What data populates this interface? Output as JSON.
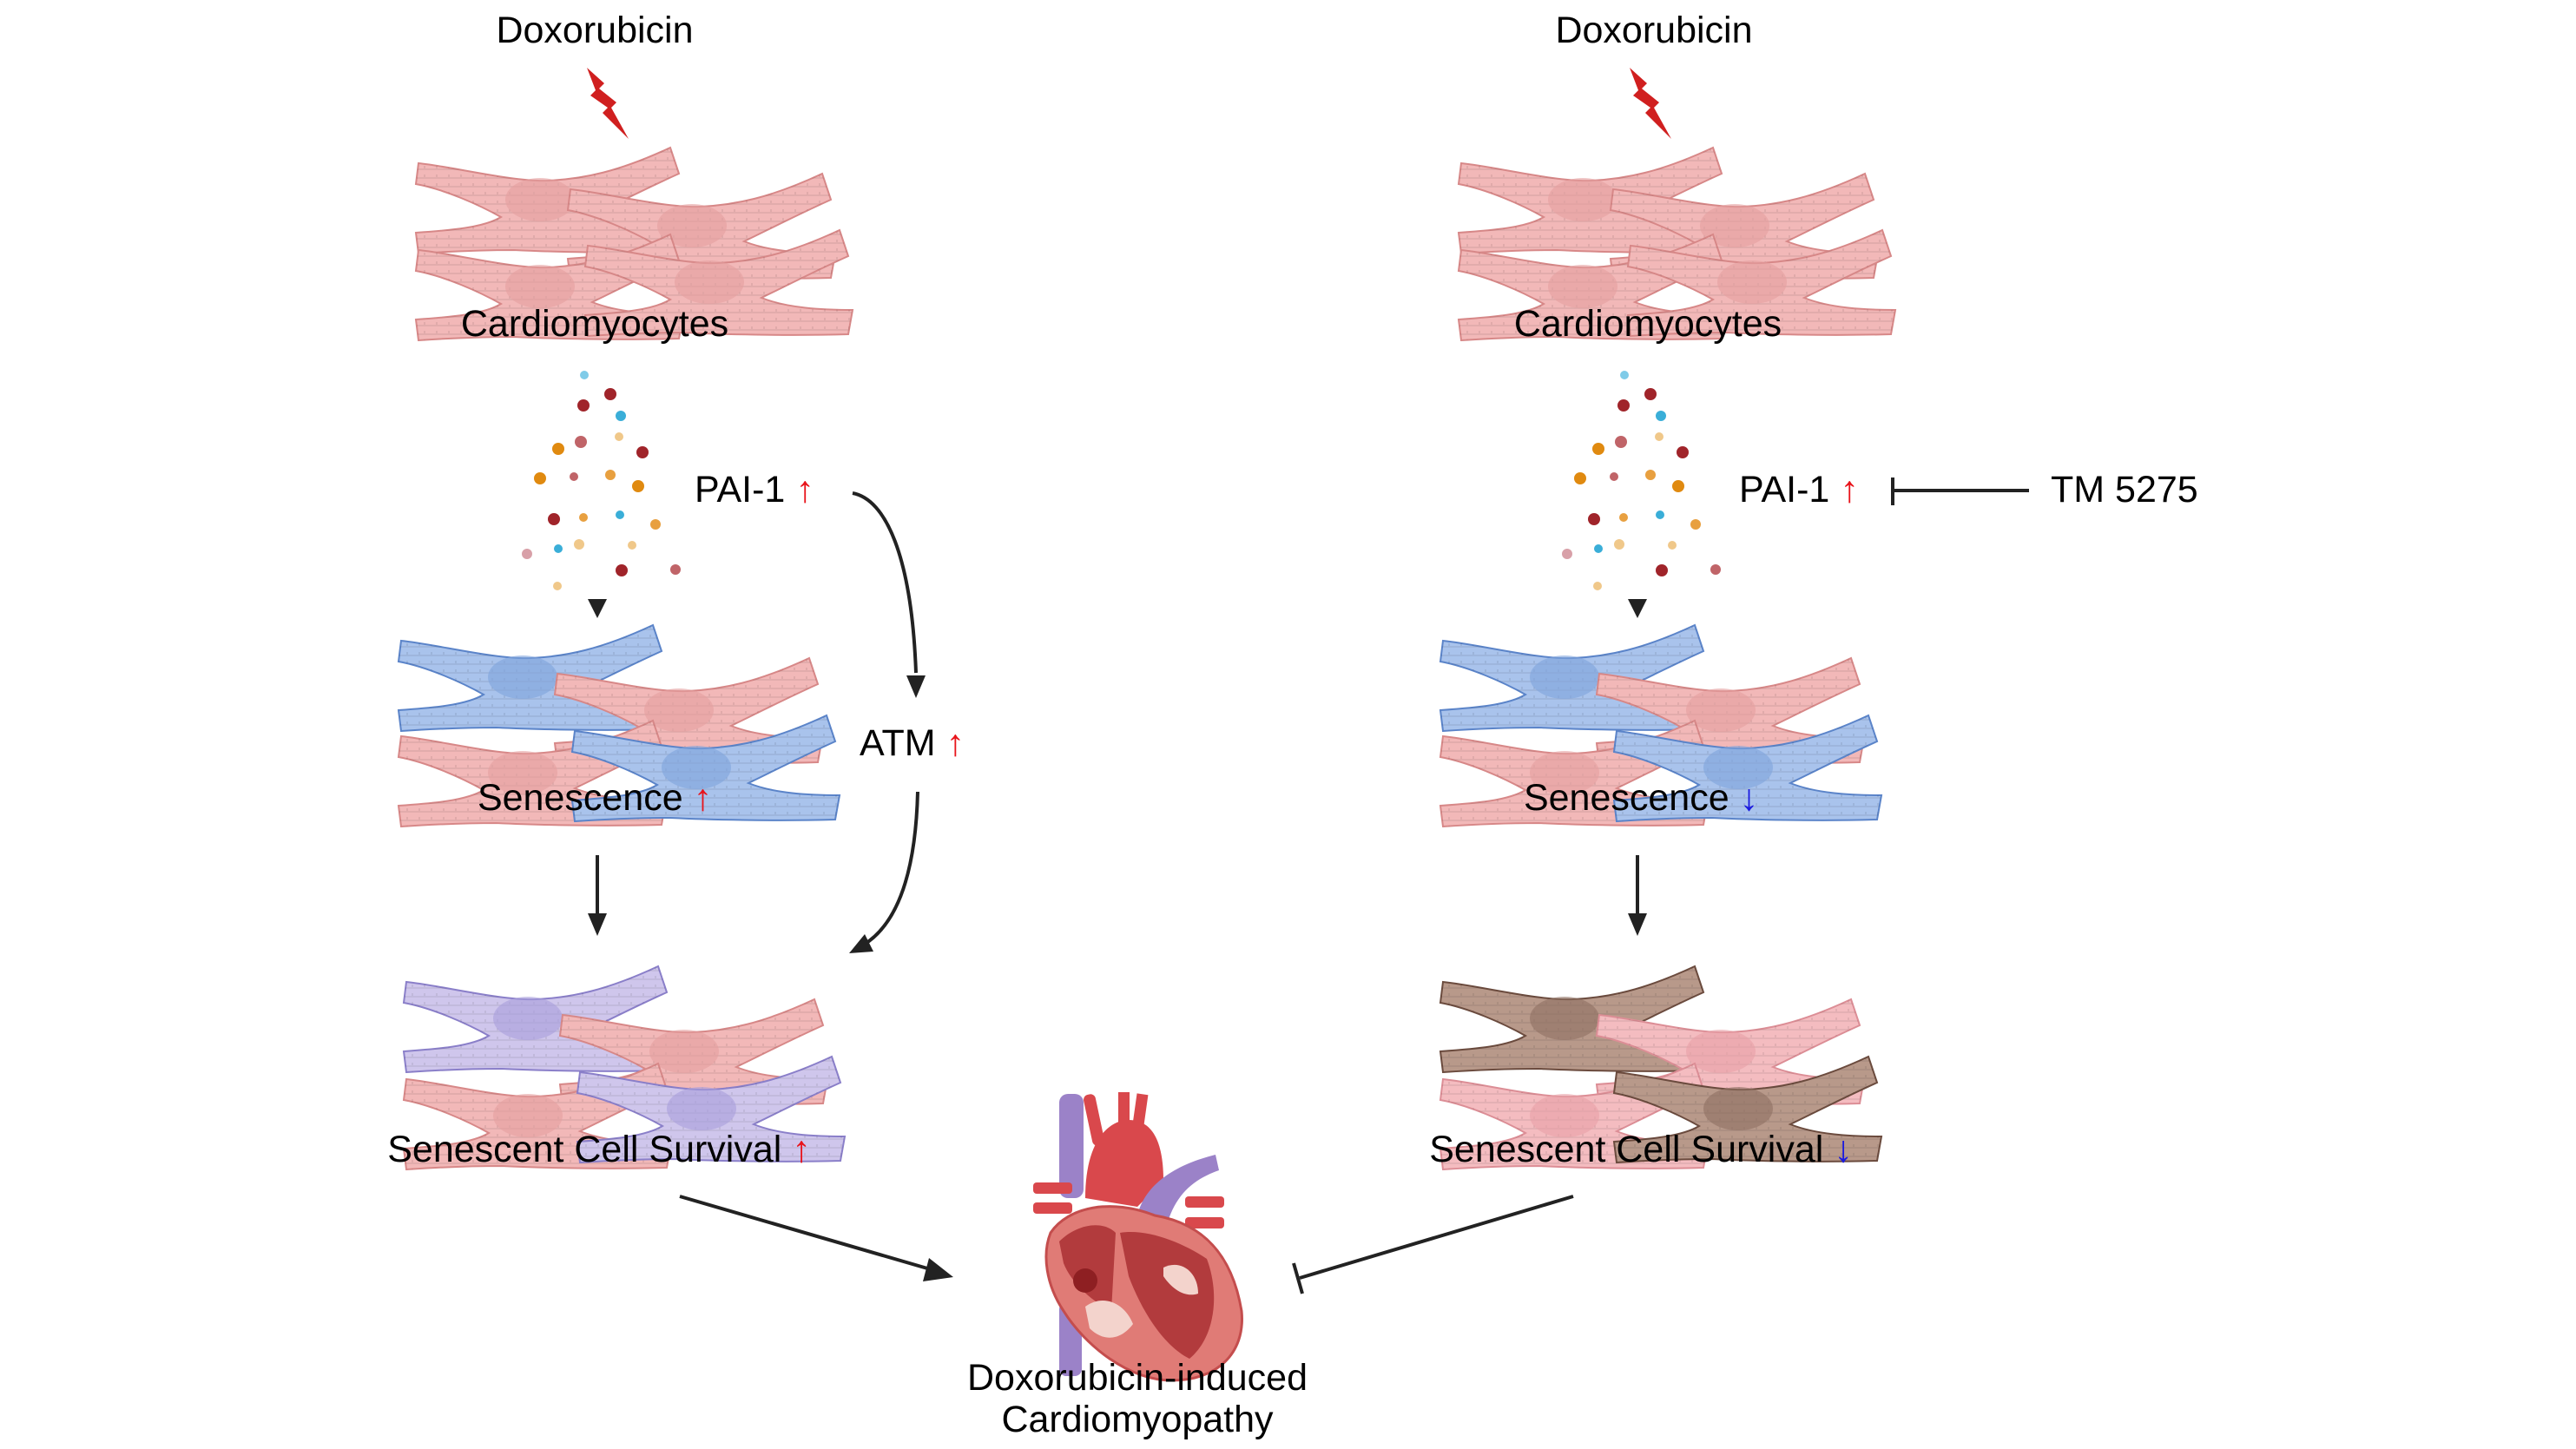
{
  "title": "PAI-1 inhibition in doxorubicin-induced cardiomyopathy",
  "colors": {
    "cell_normal": "#f2b8b8",
    "cell_normal_stroke": "#d78888",
    "cell_senescent": "#a9c3ec",
    "cell_senescent_stroke": "#5b84c9",
    "cell_surviving_left": "#cfc6ec",
    "cell_surviving_left_stroke": "#8a7fc9",
    "cell_dying_right": "#b8998a",
    "cell_dying_right_stroke": "#6b4b3e",
    "increase_arrow": "#e8141b",
    "decrease_arrow": "#1a1ae0",
    "drug_bolt": "#d01f1f",
    "arrow": "#222222"
  },
  "icons": {
    "drug": "lightning-bolt-icon",
    "cells": "cardiomyocyte-cluster-icon",
    "secretion": "secreted-factor-dots-icon",
    "organ": "heart-icon"
  },
  "left_panel": {
    "drug_label": "Doxorubicin",
    "cells_label": "Cardiomyocytes",
    "factor_label": "PAI-1",
    "factor_change": "↑",
    "mediator_label": "ATM",
    "mediator_change": "↑",
    "senescence_label": "Senescence",
    "senescence_change": "↑",
    "survival_label": "Senescent Cell Survival",
    "survival_change": "↑"
  },
  "right_panel": {
    "drug_label": "Doxorubicin",
    "cells_label": "Cardiomyocytes",
    "factor_label": "PAI-1",
    "factor_change": "↑",
    "inhibitor_label": "TM 5275",
    "senescence_label": "Senescence",
    "senescence_change": "↓",
    "survival_label": "Senescent Cell Survival",
    "survival_change": "↓"
  },
  "outcome": {
    "line1": "Doxorubicin-induced",
    "line2": "Cardiomyopathy"
  }
}
